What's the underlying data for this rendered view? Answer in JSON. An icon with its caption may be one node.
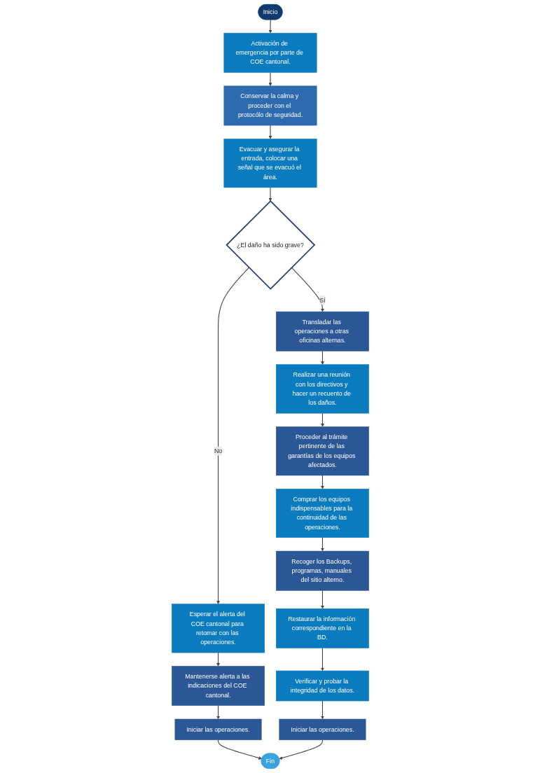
{
  "diagram": {
    "nodes": [
      {
        "text": [
          "Inicio"
        ]
      },
      {
        "text": [
          "Activación de emergencia por parte de COE cantonal."
        ]
      },
      {
        "text": [
          "Esperar el alerta del COE cantonal para retomar con las operaciones."
        ]
      },
      {
        "text": [
          "Mantenerse alerta a las indicaciones del COE cantonal."
        ]
      },
      {
        "text": [
          "Conservar la calma y proceder con el protocólo de seguridad."
        ]
      },
      {
        "text": [
          "Iniciar las operaciones."
        ]
      },
      {
        "text": [
          "Evacuar y asegurar la entrada, colocar una señal que se evacuó el área."
        ]
      },
      {
        "text": [
          "¿El daño ha sido grave?"
        ]
      },
      {
        "text": [
          "Fin"
        ]
      },
      {
        "text": [
          "Transladar las operaciones a otras oficinas alternas."
        ]
      },
      {
        "text": [
          "Iniciar las operaciones."
        ]
      },
      {
        "text": [
          "Realizar una reunión con los directivos y hacer un recuento de los daños."
        ]
      },
      {
        "text": [
          "Proceder al trámite pertinente de las garantías de los equipos afectados."
        ]
      },
      {
        "text": [
          "Verificar y probar la integridad de los datos."
        ]
      },
      {
        "text": [
          "Comprar los equipos indispensables para la continuidad de las operaciones."
        ]
      },
      {
        "text": [
          "Recoger los Backups, programas, manuales del sitio alterno."
        ]
      },
      {
        "text": [
          "Restaurar la información correspondiente en la BD."
        ]
      }
    ],
    "edges": [
      {
        "from": 0,
        "to": 1,
        "arrow": "to"
      },
      {
        "from": 1,
        "to": 4,
        "arrow": "to"
      },
      {
        "from": 4,
        "to": 6,
        "arrow": "to"
      },
      {
        "from": 6,
        "to": 7,
        "arrow": "to"
      },
      {
        "from": 7,
        "to": 2,
        "arrow": "to",
        "label": "No"
      },
      {
        "from": 2,
        "to": 3,
        "arrow": "to"
      },
      {
        "from": 3,
        "to": 5,
        "arrow": "to"
      },
      {
        "from": 5,
        "to": 8,
        "arrow": "to"
      },
      {
        "from": 7,
        "to": 9,
        "arrow": "to",
        "label": "Sí"
      },
      {
        "from": 9,
        "to": 11,
        "arrow": "to"
      },
      {
        "from": 11,
        "to": 12,
        "arrow": "to"
      },
      {
        "from": 12,
        "to": 14,
        "arrow": "to"
      },
      {
        "from": 14,
        "to": 15,
        "arrow": "to"
      },
      {
        "from": 15,
        "to": 16,
        "arrow": "to"
      },
      {
        "from": 16,
        "to": 13,
        "arrow": "to"
      },
      {
        "from": 13,
        "to": 10,
        "arrow": "to"
      },
      {
        "from": 10,
        "to": 8,
        "arrow": "to"
      }
    ]
  }
}
